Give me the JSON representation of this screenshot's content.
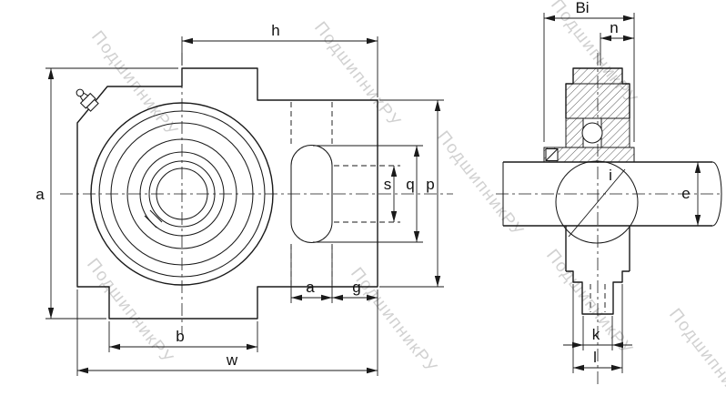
{
  "watermark_text": "ПодшипникРУ",
  "front_view": {
    "dim_h": "h",
    "dim_a_height": "a",
    "dim_s": "s",
    "dim_q": "q",
    "dim_p": "p",
    "dim_a_slot": "a",
    "dim_g": "g",
    "dim_b": "b",
    "dim_w": "w"
  },
  "side_view": {
    "dim_Bi": "Bi",
    "dim_n": "n",
    "dim_i": "i",
    "dim_e": "e",
    "dim_k": "k",
    "dim_l": "l"
  },
  "colors": {
    "line": "#1a1a1a",
    "watermark": "#9a9a9a",
    "background": "#ffffff"
  }
}
